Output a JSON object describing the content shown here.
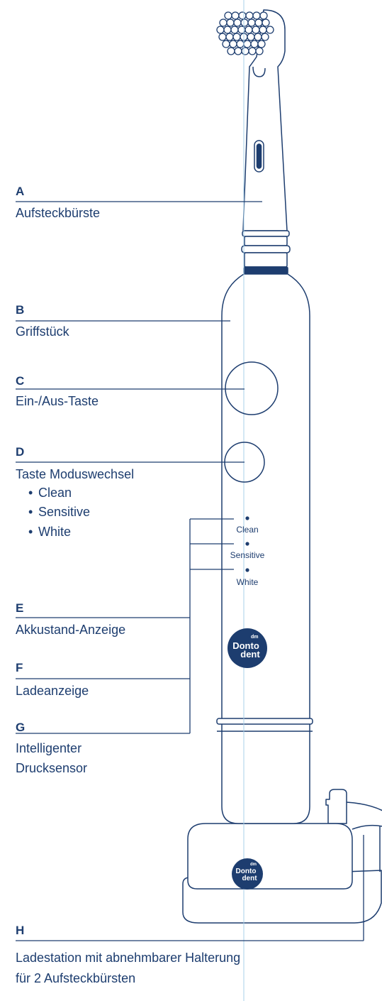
{
  "diagram": {
    "labels": [
      {
        "letter": "A",
        "lines": [
          "Aufsteckbürste"
        ]
      },
      {
        "letter": "B",
        "lines": [
          "Griffstück"
        ]
      },
      {
        "letter": "C",
        "lines": [
          "Ein-/Aus-Taste"
        ]
      },
      {
        "letter": "D",
        "lines": [
          "Taste Moduswechsel"
        ]
      },
      {
        "letter": "E",
        "lines": [
          "Akkustand-Anzeige"
        ]
      },
      {
        "letter": "F",
        "lines": [
          "Ladeanzeige"
        ]
      },
      {
        "letter": "G",
        "lines": [
          "Intelligenter",
          "Drucksensor"
        ]
      },
      {
        "letter": "H",
        "lines": [
          "Ladestation mit abnehmbarer Halterung",
          "für 2 Aufsteckbürsten"
        ]
      }
    ],
    "modes": [
      "Clean",
      "Sensitive",
      "White"
    ],
    "handle_indicators": [
      "Clean",
      "Sensitive",
      "White"
    ],
    "logo": {
      "brand_top": "dm",
      "line1": "Donto",
      "line2": "dent"
    },
    "colors": {
      "ink": "#1d3d6f",
      "guide": "#a9d0e8"
    }
  }
}
